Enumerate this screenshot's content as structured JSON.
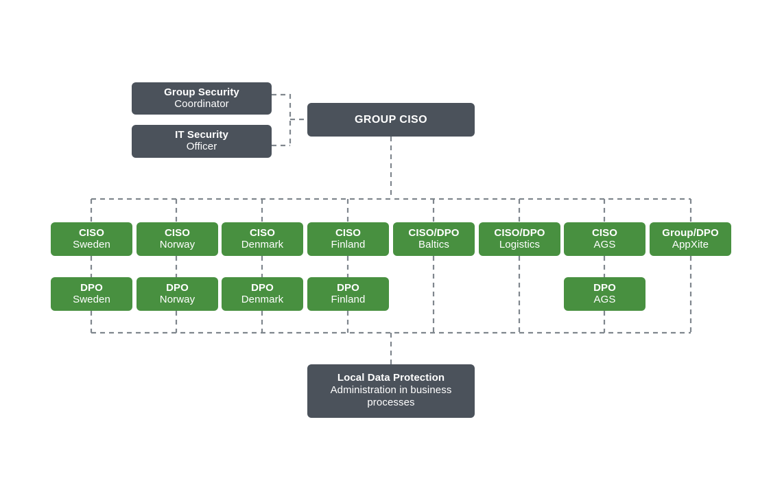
{
  "diagram": {
    "title_nodes": {
      "group_security": {
        "line1": "Group Security",
        "line2": "Coordinator"
      },
      "it_security": {
        "line1": "IT Security",
        "line2": "Officer"
      },
      "group_ciso": {
        "line1": "GROUP CISO"
      },
      "local_data_protection": {
        "line1": "Local Data Protection",
        "line2": "Administration in business processes"
      }
    },
    "ciso_row": [
      {
        "line1": "CISO",
        "line2": "Sweden"
      },
      {
        "line1": "CISO",
        "line2": "Norway"
      },
      {
        "line1": "CISO",
        "line2": "Denmark"
      },
      {
        "line1": "CISO",
        "line2": "Finland"
      },
      {
        "line1": "CISO/DPO",
        "line2": "Baltics"
      },
      {
        "line1": "CISO/DPO",
        "line2": "Logistics"
      },
      {
        "line1": "CISO",
        "line2": "AGS"
      },
      {
        "line1": "Group/DPO",
        "line2": "AppXite"
      }
    ],
    "dpo_row": [
      {
        "line1": "DPO",
        "line2": "Sweden"
      },
      {
        "line1": "DPO",
        "line2": "Norway"
      },
      {
        "line1": "DPO",
        "line2": "Denmark"
      },
      {
        "line1": "DPO",
        "line2": "Finland"
      },
      {
        "line1": "DPO",
        "line2": "AGS"
      }
    ],
    "colors": {
      "dark": "#4b525b",
      "green": "#489040",
      "connector": "#7f868d",
      "background": "#ffffff",
      "text": "#ffffff"
    }
  }
}
